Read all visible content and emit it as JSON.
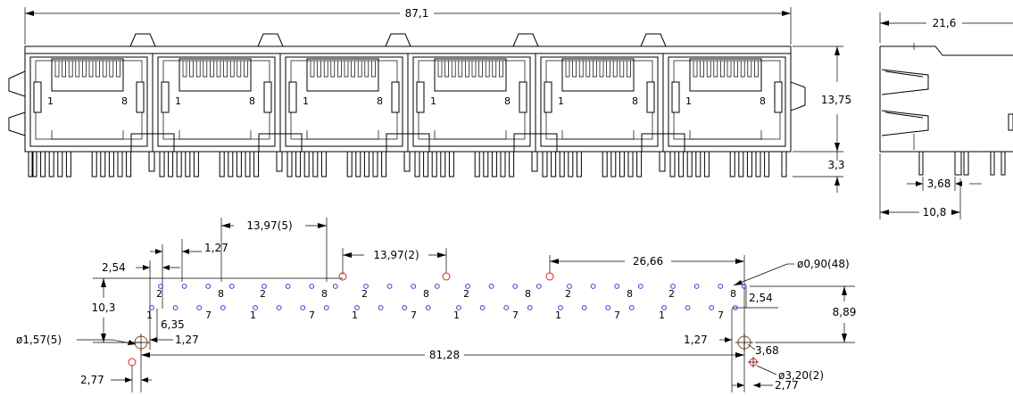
{
  "dimensions": {
    "total_length": "87,1",
    "side_depth": "21,6",
    "front_height": "13,75",
    "pin_length": "3,3",
    "side_pin_spacing": "3,68",
    "side_depth_pcb": "10,8",
    "port_pitch_5": "13,97(5)",
    "port_pitch_2": "13,97(2)",
    "pin_pitch": "1,27",
    "row_offset": "2,54",
    "outer_span": "26,66",
    "hole_small": "ø0,90(48)",
    "row_spacing": "2,54",
    "pin_to_post_y": "10,3",
    "pin_to_post_x": "6,35",
    "post_offset_x": "1,27",
    "post_vertical": "8,89",
    "post_right_offset": "1,27",
    "post_hole": "ø1,57(5)",
    "post_span": "81,28",
    "post_pair_y": "3,68",
    "mount_hole": "ø3,20(2)",
    "corner_left": "2,77",
    "corner_right": "2,77"
  },
  "port_labels": {
    "first": "1",
    "last": "8"
  },
  "pin_numbers": {
    "top_a": "2",
    "top_b": "8",
    "bottom_a": "1",
    "bottom_b": "7"
  },
  "colors": {
    "line": "#000000",
    "signal_hole": "#3a3ad8",
    "alignment_hole": "#e02020",
    "mount_hole": "#8b4513"
  }
}
